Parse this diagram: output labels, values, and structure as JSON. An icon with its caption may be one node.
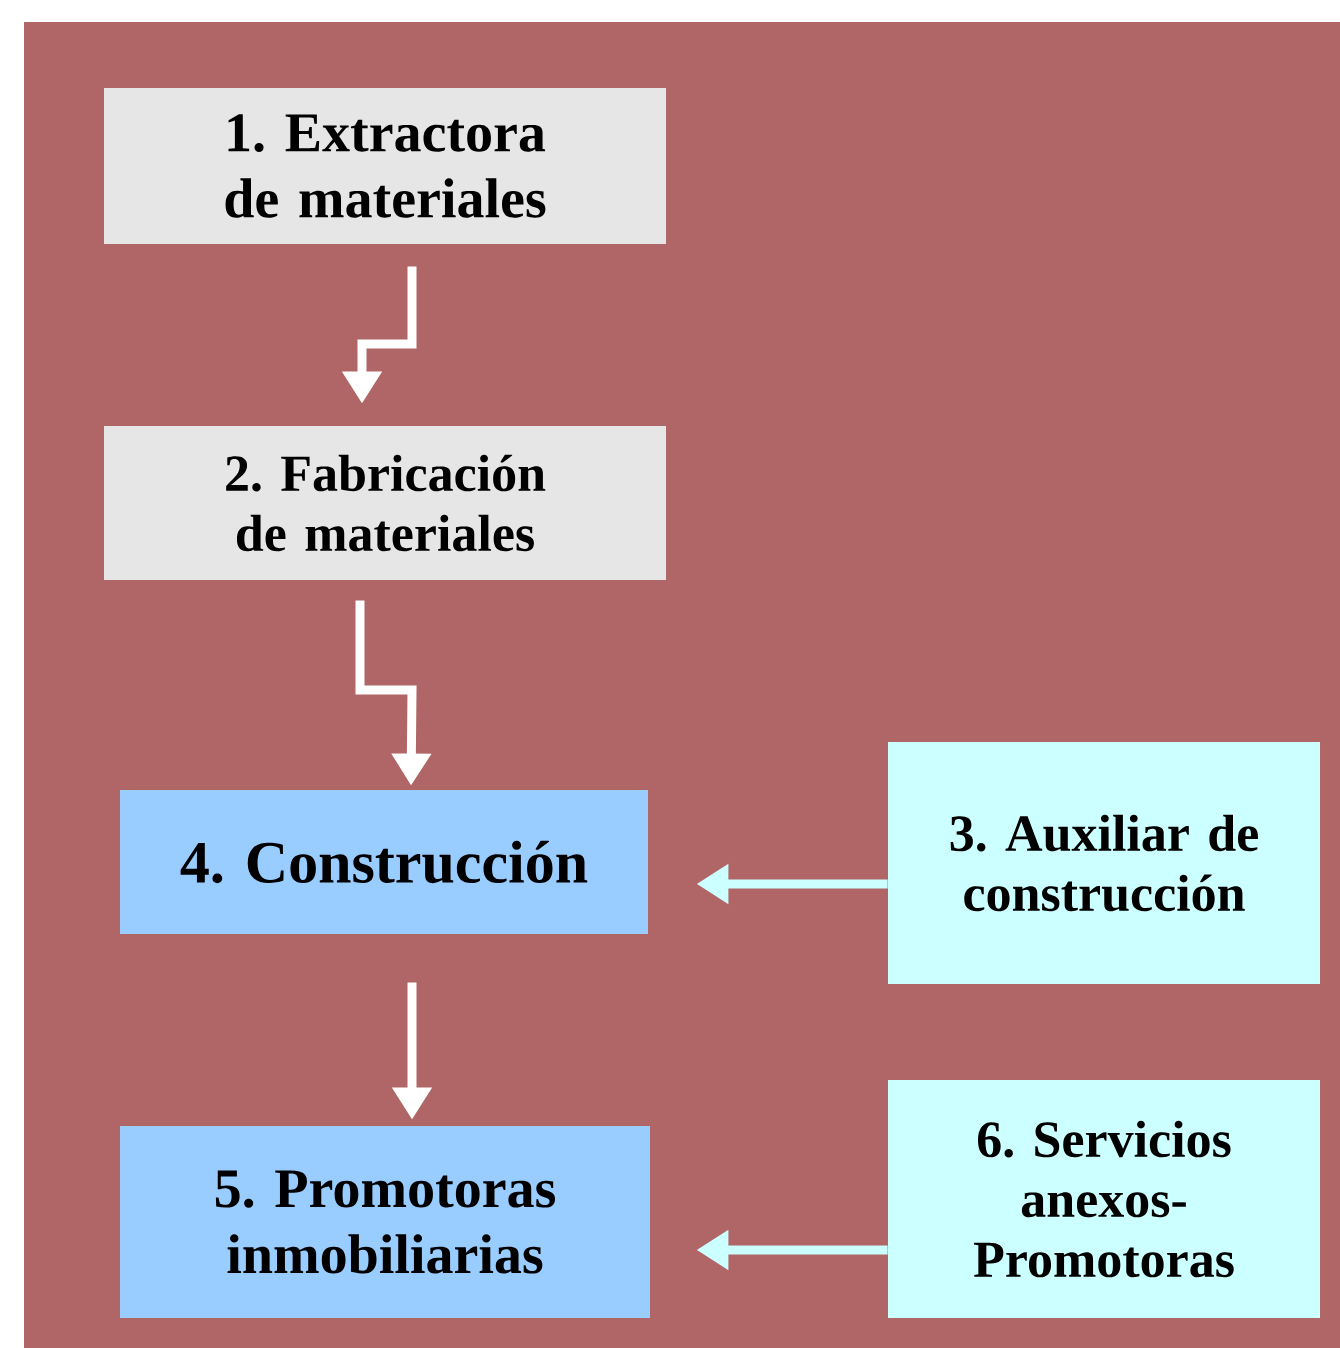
{
  "diagram": {
    "nodes": [
      {
        "text": [
          "1. Extractora de materiales"
        ]
      },
      {
        "text": [
          "2. Fabricación de materiales"
        ]
      },
      {
        "text": [
          "3. Auxiliar de construcción"
        ]
      },
      {
        "text": [
          "4. Construcción"
        ]
      },
      {
        "text": [
          "5. Promotoras inmobiliarias"
        ]
      },
      {
        "text": [
          "6. Servicios anexos-Promotoras"
        ]
      }
    ],
    "edges": [
      {
        "from": 0,
        "to": 1,
        "arrow": "to"
      },
      {
        "from": 1,
        "to": 3,
        "arrow": "to"
      },
      {
        "from": 2,
        "to": 3,
        "arrow": "to",
        "color": "#ccffff"
      },
      {
        "from": 3,
        "to": 4,
        "arrow": "to"
      },
      {
        "from": 5,
        "to": 4,
        "arrow": "to",
        "color": "#ccffff"
      }
    ]
  }
}
